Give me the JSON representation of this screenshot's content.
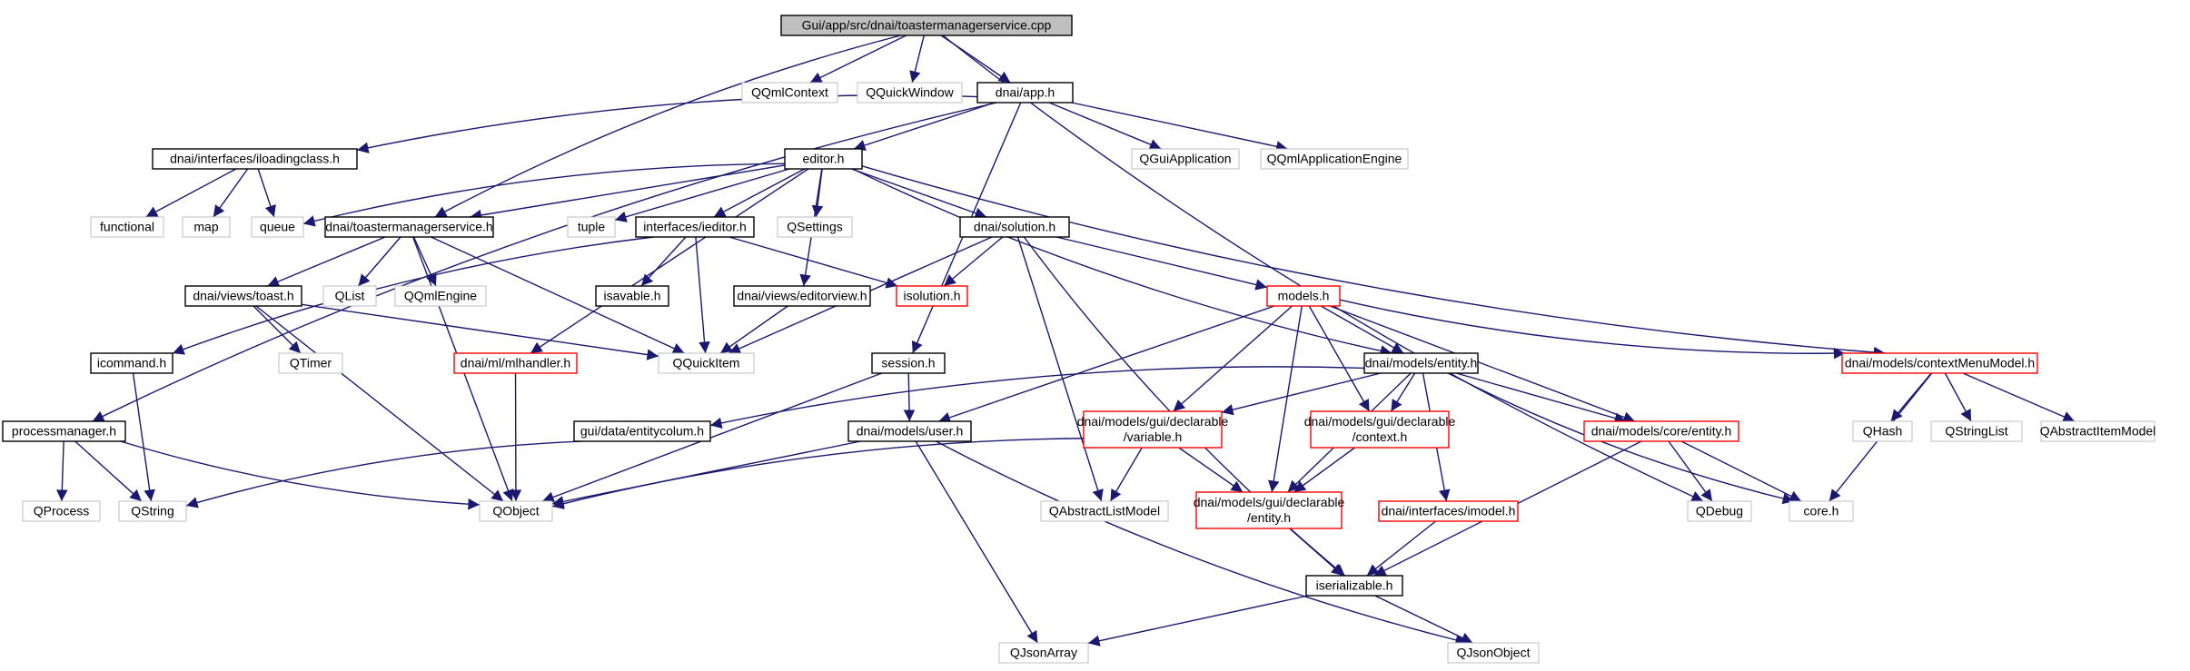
{
  "nodes": [
    {
      "id": "root",
      "label": "Gui/app/src/dnai/toastermanagerservice.cpp",
      "style": "root"
    },
    {
      "id": "qqmlcontext",
      "label": "QQmlContext",
      "style": "gray"
    },
    {
      "id": "qquickwindow",
      "label": "QQuickWindow",
      "style": "gray"
    },
    {
      "id": "apph",
      "label": "dnai/app.h",
      "style": "black"
    },
    {
      "id": "iloading",
      "label": "dnai/interfaces/iloadingclass.h",
      "style": "black"
    },
    {
      "id": "editorh",
      "label": "editor.h",
      "style": "black"
    },
    {
      "id": "qguiapp",
      "label": "QGuiApplication",
      "style": "gray"
    },
    {
      "id": "qqmlappengine",
      "label": "QQmlApplicationEngine",
      "style": "gray"
    },
    {
      "id": "functional",
      "label": "functional",
      "style": "gray"
    },
    {
      "id": "map",
      "label": "map",
      "style": "gray"
    },
    {
      "id": "queue",
      "label": "queue",
      "style": "gray"
    },
    {
      "id": "toasterh",
      "label": "dnai/toastermanagerservice.h",
      "style": "black"
    },
    {
      "id": "tuple",
      "label": "tuple",
      "style": "gray"
    },
    {
      "id": "ieditor",
      "label": "interfaces/ieditor.h",
      "style": "black"
    },
    {
      "id": "qsettings",
      "label": "QSettings",
      "style": "gray"
    },
    {
      "id": "solution",
      "label": "dnai/solution.h",
      "style": "black"
    },
    {
      "id": "toast",
      "label": "dnai/views/toast.h",
      "style": "black"
    },
    {
      "id": "qlist",
      "label": "QList",
      "style": "gray"
    },
    {
      "id": "qqmlengine",
      "label": "QQmlEngine",
      "style": "gray"
    },
    {
      "id": "isavable",
      "label": "isavable.h",
      "style": "black"
    },
    {
      "id": "editorview",
      "label": "dnai/views/editorview.h",
      "style": "black"
    },
    {
      "id": "isolution",
      "label": "isolution.h",
      "style": "red"
    },
    {
      "id": "models",
      "label": "models.h",
      "style": "red"
    },
    {
      "id": "icommand",
      "label": "icommand.h",
      "style": "black"
    },
    {
      "id": "qtimer",
      "label": "QTimer",
      "style": "gray"
    },
    {
      "id": "mlhandler",
      "label": "dnai/ml/mlhandler.h",
      "style": "red"
    },
    {
      "id": "qquickitem",
      "label": "QQuickItem",
      "style": "gray"
    },
    {
      "id": "session",
      "label": "session.h",
      "style": "black"
    },
    {
      "id": "entity",
      "label": "dnai/models/entity.h",
      "style": "black"
    },
    {
      "id": "ctxmenu",
      "label": "dnai/models/contextMenuModel.h",
      "style": "red"
    },
    {
      "id": "procmgr",
      "label": "processmanager.h",
      "style": "black"
    },
    {
      "id": "entitycolum",
      "label": "gui/data/entitycolum.h",
      "style": "black"
    },
    {
      "id": "userh",
      "label": "dnai/models/user.h",
      "style": "black"
    },
    {
      "id": "declvar",
      "label": "dnai/models/gui/declarable\n/variable.h",
      "style": "red"
    },
    {
      "id": "declctx",
      "label": "dnai/models/gui/declarable\n/context.h",
      "style": "red"
    },
    {
      "id": "coreentity",
      "label": "dnai/models/core/entity.h",
      "style": "red"
    },
    {
      "id": "qhash",
      "label": "QHash",
      "style": "gray"
    },
    {
      "id": "qstringlist",
      "label": "QStringList",
      "style": "gray"
    },
    {
      "id": "qabsitem",
      "label": "QAbstractItemModel",
      "style": "gray"
    },
    {
      "id": "qprocess",
      "label": "QProcess",
      "style": "gray"
    },
    {
      "id": "qstring",
      "label": "QString",
      "style": "gray"
    },
    {
      "id": "qobject",
      "label": "QObject",
      "style": "gray"
    },
    {
      "id": "qabslist",
      "label": "QAbstractListModel",
      "style": "gray"
    },
    {
      "id": "declentity",
      "label": "dnai/models/gui/declarable\n/entity.h",
      "style": "red"
    },
    {
      "id": "imodel",
      "label": "dnai/interfaces/imodel.h",
      "style": "red"
    },
    {
      "id": "qdebug",
      "label": "QDebug",
      "style": "gray"
    },
    {
      "id": "coreh",
      "label": "core.h",
      "style": "gray"
    },
    {
      "id": "iserial",
      "label": "iserializable.h",
      "style": "black"
    },
    {
      "id": "qjsonarray",
      "label": "QJsonArray",
      "style": "gray"
    },
    {
      "id": "qjsonobject",
      "label": "QJsonObject",
      "style": "gray"
    }
  ],
  "edges": [
    [
      "root",
      "qqmlcontext"
    ],
    [
      "root",
      "qquickwindow"
    ],
    [
      "root",
      "apph"
    ],
    [
      "root",
      "toasterh"
    ],
    [
      "root",
      "qdebug"
    ],
    [
      "apph",
      "iloading"
    ],
    [
      "apph",
      "editorh"
    ],
    [
      "apph",
      "qguiapp"
    ],
    [
      "apph",
      "qqmlappengine"
    ],
    [
      "apph",
      "procmgr"
    ],
    [
      "apph",
      "session"
    ],
    [
      "iloading",
      "functional"
    ],
    [
      "iloading",
      "map"
    ],
    [
      "iloading",
      "queue"
    ],
    [
      "editorh",
      "queue"
    ],
    [
      "editorh",
      "toasterh"
    ],
    [
      "editorh",
      "tuple"
    ],
    [
      "editorh",
      "ieditor"
    ],
    [
      "editorh",
      "qsettings"
    ],
    [
      "editorh",
      "solution"
    ],
    [
      "editorh",
      "editorview"
    ],
    [
      "editorh",
      "mlhandler"
    ],
    [
      "editorh",
      "entity"
    ],
    [
      "editorh",
      "ctxmenu"
    ],
    [
      "toasterh",
      "toast"
    ],
    [
      "toasterh",
      "qlist"
    ],
    [
      "toasterh",
      "qqmlengine"
    ],
    [
      "toasterh",
      "qquickitem"
    ],
    [
      "toasterh",
      "qobject"
    ],
    [
      "ieditor",
      "isavable"
    ],
    [
      "ieditor",
      "qquickitem"
    ],
    [
      "ieditor",
      "isolution"
    ],
    [
      "ieditor",
      "icommand"
    ],
    [
      "solution",
      "isolution"
    ],
    [
      "solution",
      "models"
    ],
    [
      "solution",
      "qquickitem"
    ],
    [
      "solution",
      "qabslist"
    ],
    [
      "solution",
      "iserial"
    ],
    [
      "toast",
      "qtimer"
    ],
    [
      "toast",
      "qquickitem"
    ],
    [
      "toast",
      "qobject"
    ],
    [
      "editorview",
      "qquickitem"
    ],
    [
      "models",
      "entity"
    ],
    [
      "models",
      "ctxmenu"
    ],
    [
      "models",
      "userh"
    ],
    [
      "models",
      "declvar"
    ],
    [
      "models",
      "declctx"
    ],
    [
      "models",
      "declentity"
    ],
    [
      "models",
      "coreentity"
    ],
    [
      "icommand",
      "qstring"
    ],
    [
      "mlhandler",
      "qobject"
    ],
    [
      "session",
      "userh"
    ],
    [
      "session",
      "qobject"
    ],
    [
      "entity",
      "entitycolum"
    ],
    [
      "entity",
      "declvar"
    ],
    [
      "entity",
      "declctx"
    ],
    [
      "entity",
      "declentity"
    ],
    [
      "entity",
      "coreentity"
    ],
    [
      "entity",
      "imodel"
    ],
    [
      "entity",
      "coreh"
    ],
    [
      "ctxmenu",
      "qhash"
    ],
    [
      "ctxmenu",
      "qstringlist"
    ],
    [
      "ctxmenu",
      "qabsitem"
    ],
    [
      "ctxmenu",
      "coreh"
    ],
    [
      "procmgr",
      "qprocess"
    ],
    [
      "procmgr",
      "qstring"
    ],
    [
      "procmgr",
      "qobject"
    ],
    [
      "entitycolum",
      "qstring"
    ],
    [
      "userh",
      "qobject"
    ],
    [
      "userh",
      "qjsonarray"
    ],
    [
      "userh",
      "qjsonobject"
    ],
    [
      "declvar",
      "qobject"
    ],
    [
      "declvar",
      "qabslist"
    ],
    [
      "declvar",
      "declentity"
    ],
    [
      "declctx",
      "declentity"
    ],
    [
      "coreentity",
      "qdebug"
    ],
    [
      "coreentity",
      "coreh"
    ],
    [
      "coreentity",
      "iserial"
    ],
    [
      "declentity",
      "iserial"
    ],
    [
      "imodel",
      "iserial"
    ],
    [
      "iserial",
      "qjsonarray"
    ],
    [
      "iserial",
      "qjsonobject"
    ]
  ],
  "colors": {
    "edge": "#191970",
    "black_border": "#000000",
    "gray_border": "#bfbfbf",
    "red_border": "#ff0000",
    "root_fill": "#bfbfbf",
    "label_text": "#000000"
  }
}
